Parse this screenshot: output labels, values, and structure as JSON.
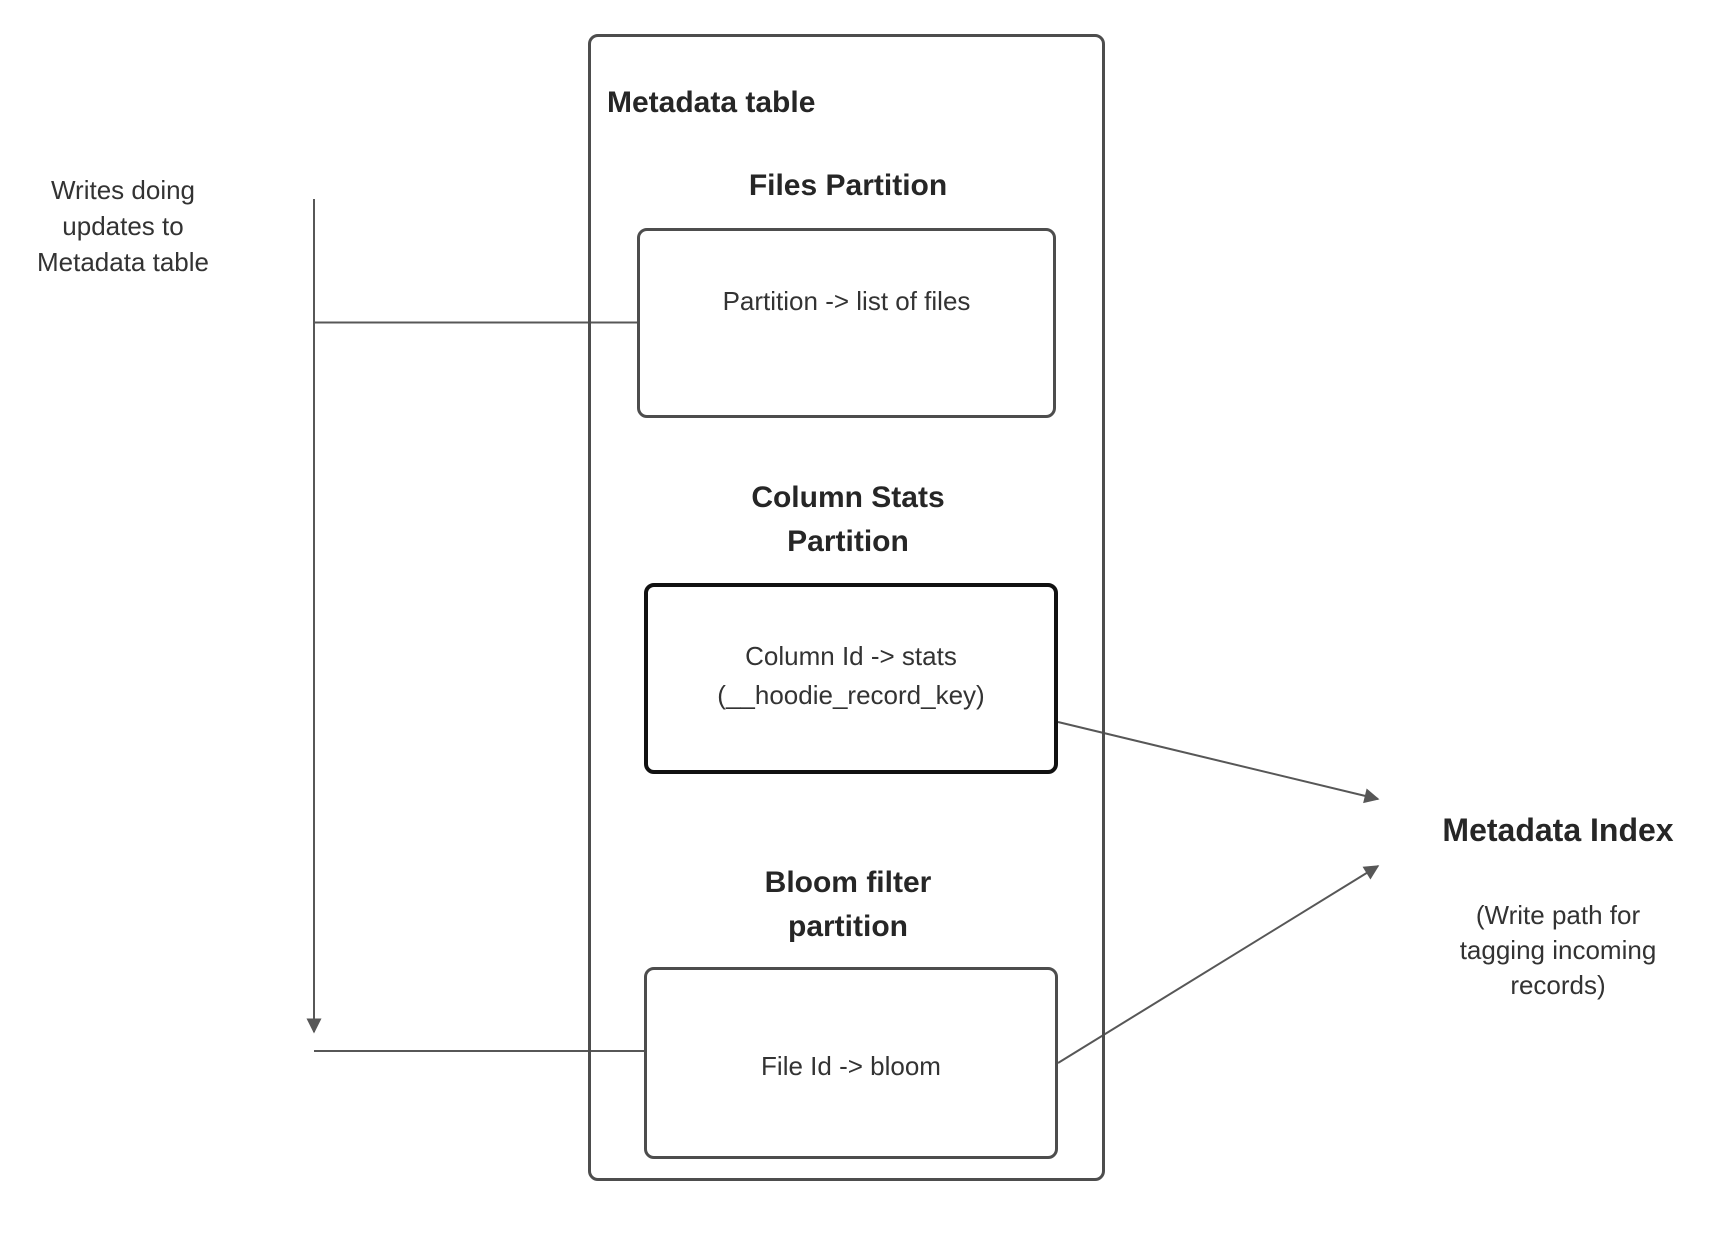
{
  "diagram": {
    "left_label": "Writes doing\nupdates to\nMetadata table",
    "metadata_table": {
      "title": "Metadata table",
      "sections": [
        {
          "heading": "Files Partition",
          "box_text": "Partition -> list of files"
        },
        {
          "heading": "Column Stats\nPartition",
          "box_text": "Column Id  -> stats\n(__hoodie_record_key)"
        },
        {
          "heading": "Bloom filter\npartition",
          "box_text": "File Id -> bloom"
        }
      ]
    },
    "metadata_index": {
      "title": "Metadata Index",
      "note": "(Write path for\ntagging incoming\nrecords)"
    },
    "colors": {
      "box_border": "#4d4d4d",
      "emphasis_box_border": "#111111",
      "connector_line": "#575757",
      "text": "#333333",
      "heading_text": "#262626",
      "background": "#ffffff"
    }
  }
}
